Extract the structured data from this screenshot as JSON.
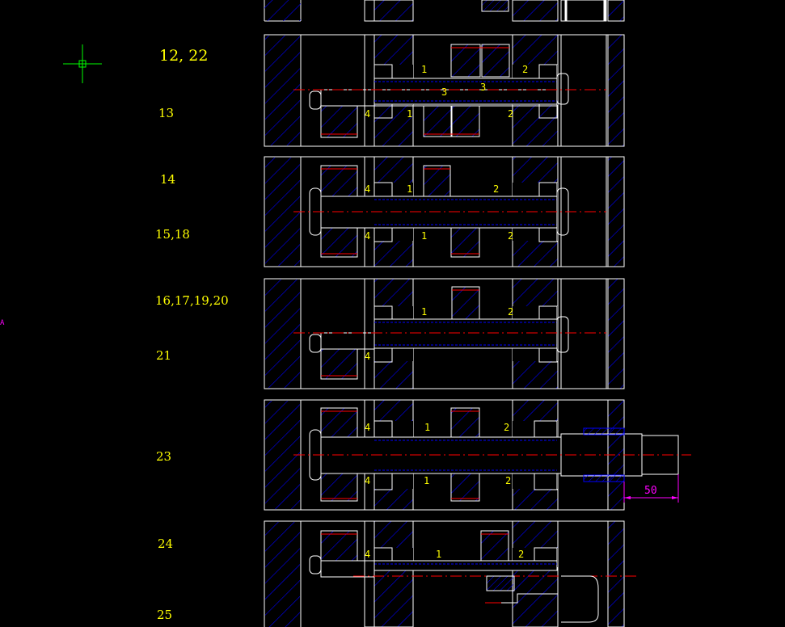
{
  "row_labels": [
    "12, 22",
    "13",
    "14",
    "15,18",
    "16,17,19,20",
    "21",
    "23",
    "24",
    "25"
  ],
  "part_numbers": {
    "one": "1",
    "two": "2",
    "three": "3",
    "four": "4"
  },
  "dimension": {
    "value": "50"
  },
  "colors": {
    "background": "#000000",
    "outline": "#ffffff",
    "hatch": "#0000ff",
    "centerline": "#ff0000",
    "label": "#ffff00",
    "dimension": "#ff00ff",
    "crosshair": "#00ff00"
  }
}
